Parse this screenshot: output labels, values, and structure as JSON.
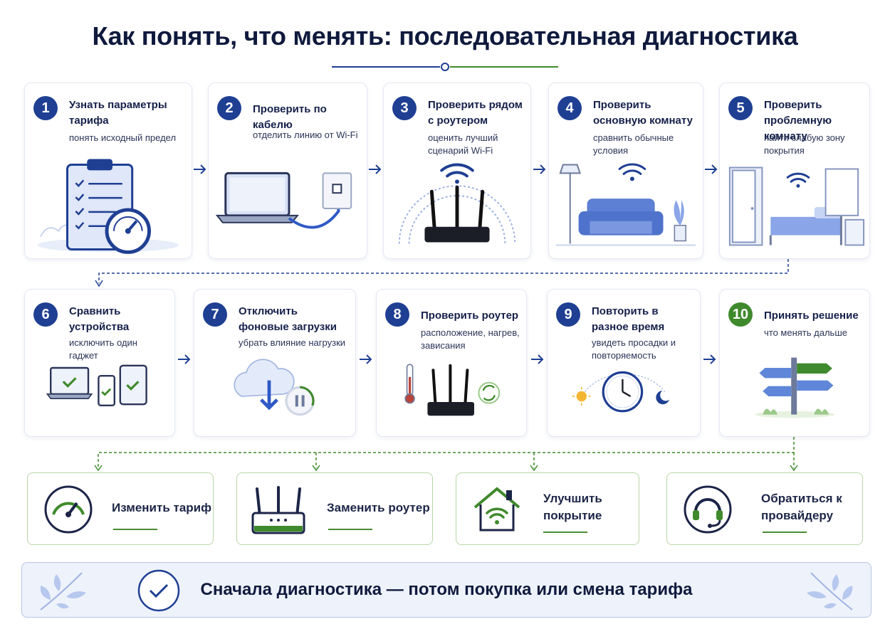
{
  "title": "Как понять, что менять: последовательная диагностика",
  "colors": {
    "navy": "#1f3f93",
    "green": "#3f8a2c",
    "light_blue": "#dfe7f8"
  },
  "steps": [
    {
      "num": "1",
      "title": "Узнать параметры тарифа",
      "subtitle": "понять исходный предел",
      "icon": "clipboard-speedometer-icon"
    },
    {
      "num": "2",
      "title": "Проверить по кабелю",
      "subtitle": "отделить линию от Wi-Fi",
      "icon": "laptop-cable-icon"
    },
    {
      "num": "3",
      "title": "Проверить рядом с роутером",
      "subtitle": "оценить лучший сценарий Wi-Fi",
      "icon": "router-signal-icon"
    },
    {
      "num": "4",
      "title": "Проверить основную комнату",
      "subtitle": "сравнить обычные условия",
      "icon": "living-room-icon"
    },
    {
      "num": "5",
      "title": "Проверить проблемную комнату",
      "subtitle": "найти слабую зону покрытия",
      "icon": "bedroom-icon"
    },
    {
      "num": "6",
      "title": "Сравнить устройства",
      "subtitle": "исключить один гаджет",
      "icon": "devices-icon"
    },
    {
      "num": "7",
      "title": "Отключить фоновые загрузки",
      "subtitle": "убрать влияние нагрузки",
      "icon": "cloud-download-pause-icon"
    },
    {
      "num": "8",
      "title": "Проверить роутер",
      "subtitle": "расположение, нагрев, зависания",
      "icon": "router-thermometer-icon"
    },
    {
      "num": "9",
      "title": "Повторить в разное время",
      "subtitle": "увидеть просадки и повторяемость",
      "icon": "clock-day-night-icon"
    },
    {
      "num": "10",
      "title": "Принять решение",
      "subtitle": "что менять дальше",
      "icon": "signpost-icon"
    }
  ],
  "options": [
    {
      "label": "Изменить тариф",
      "icon": "speedometer-icon"
    },
    {
      "label": "Заменить роутер",
      "icon": "router-icon"
    },
    {
      "label": "Улучшить покрытие",
      "icon": "home-wifi-icon"
    },
    {
      "label": "Обратиться к провайдеру",
      "icon": "headset-icon"
    }
  ],
  "banner": {
    "text": "Сначала диагностика — потом покупка или смена тарифа",
    "icon": "checkmark-icon"
  }
}
